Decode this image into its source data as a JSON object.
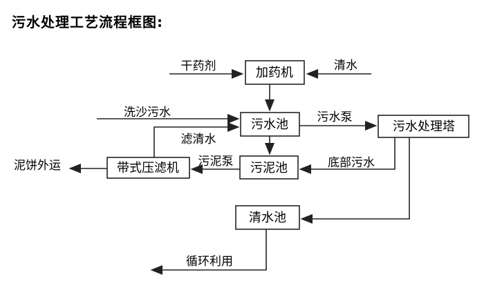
{
  "title": "污水处理工艺流程框图:",
  "diagram": {
    "nodes": {
      "dosing_machine": "加药机",
      "sewage_pool": "污水池",
      "sewage_treatment_tower": "污水处理塔",
      "sludge_pool": "污泥池",
      "belt_filter_press": "带式压滤机",
      "clean_water_pool": "清水池"
    },
    "flow_labels": {
      "dry_chemical": "干药剂",
      "clean_water": "清水",
      "sand_washing_sewage": "洗沙污水",
      "sewage_pump": "污水泵",
      "filtered_water": "滤清水",
      "sludge_pump": "污泥泵",
      "bottom_sewage": "底部污水",
      "mud_cake_shipped_out": "泥饼外运",
      "recycling": "循环利用"
    },
    "edges": [
      {
        "from": "external-dry-chemical",
        "to": "dosing_machine",
        "label": "干药剂"
      },
      {
        "from": "external-clean-water",
        "to": "dosing_machine",
        "label": "清水"
      },
      {
        "from": "dosing_machine",
        "to": "sewage_pool",
        "label": ""
      },
      {
        "from": "external-sand-washing",
        "to": "sewage_pool",
        "label": "洗沙污水"
      },
      {
        "from": "belt_filter_press",
        "to": "sewage_pool",
        "label": "滤清水"
      },
      {
        "from": "sewage_pool",
        "to": "sewage_treatment_tower",
        "label": "污水泵"
      },
      {
        "from": "sewage_pool",
        "to": "sludge_pool",
        "label": ""
      },
      {
        "from": "sewage_treatment_tower",
        "to": "sludge_pool",
        "label": "底部污水"
      },
      {
        "from": "sludge_pool",
        "to": "belt_filter_press",
        "label": "污泥泵"
      },
      {
        "from": "belt_filter_press",
        "to": "external-out",
        "label": "泥饼外运"
      },
      {
        "from": "sewage_treatment_tower",
        "to": "clean_water_pool",
        "label": ""
      },
      {
        "from": "clean_water_pool",
        "to": "external-reuse",
        "label": "循环利用"
      }
    ],
    "colors": {
      "line": "#222222",
      "text": "#000000",
      "box_border": "#222222",
      "background": "#ffffff"
    }
  }
}
